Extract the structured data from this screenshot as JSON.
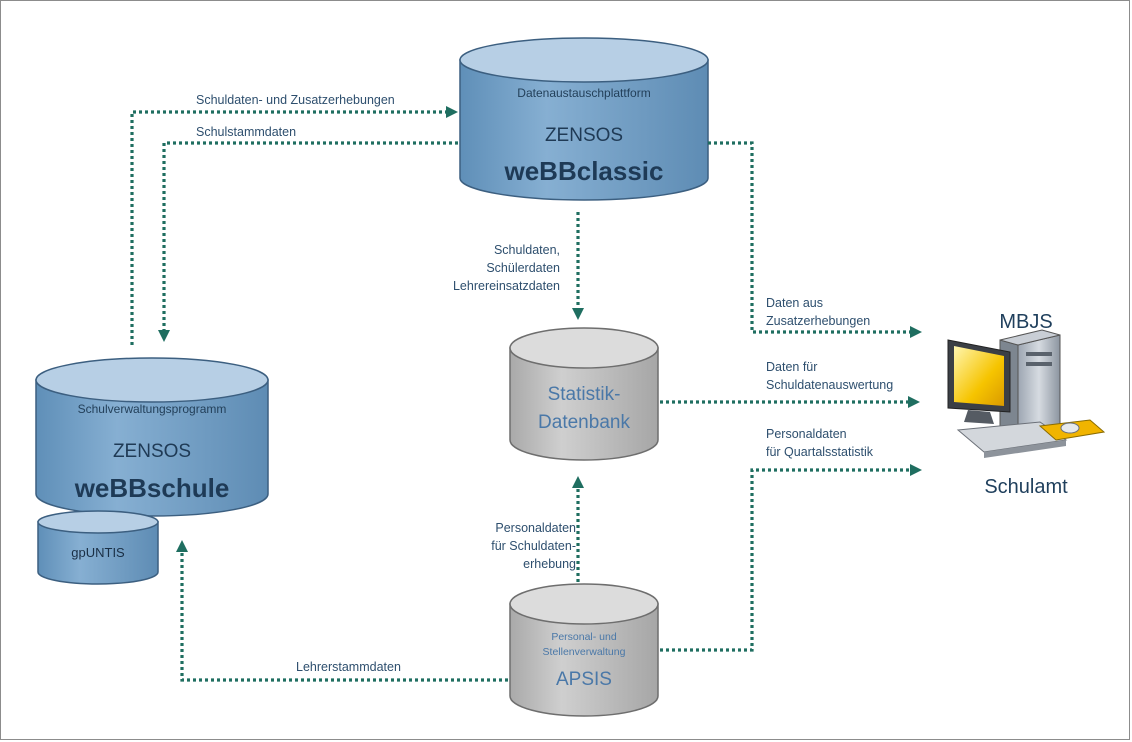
{
  "webbclassic": {
    "label": "Datenaustauschplattform",
    "vendor": "ZENSOS",
    "product": "weBBclassic"
  },
  "webbschule": {
    "label": "Schulverwaltungsprogramm",
    "vendor": "ZENSOS",
    "product": "weBBschule"
  },
  "gpuntis": {
    "label": "gpUNTIS"
  },
  "statistik": {
    "line1": "Statistik-",
    "line2": "Datenbank"
  },
  "apsis": {
    "line1": "Personal- und",
    "line2": "Stellenverwaltung",
    "product": "APSIS"
  },
  "mbjs": {
    "top_label": "MBJS",
    "bottom_label": "Schulamt"
  },
  "flows": {
    "schuldaten_zusatz": "Schuldaten- und Zusatzerhebungen",
    "schulstammdaten": "Schulstammdaten",
    "to_statistik": [
      "Schuldaten,",
      "Schülerdaten",
      "Lehrereinsatzdaten"
    ],
    "daten_aus": [
      "Daten aus",
      "Zusatzerhebungen"
    ],
    "daten_fuer": [
      "Daten für",
      "Schuldatenauswertung"
    ],
    "personaldaten_quartal": [
      "Personaldaten",
      "für Quartalsstatistik"
    ],
    "personaldaten_schul": [
      "Personaldaten",
      "für Schuldaten-",
      "erhebung"
    ],
    "lehrerstammdaten": "Lehrerstammdaten"
  },
  "colors": {
    "blue_db": "#7aa5c9",
    "blue_db_top": "#b5cde3",
    "grey_db": "#c0c0c0",
    "grey_db_top": "#d9d9d9",
    "flow": "#1f6e60"
  }
}
